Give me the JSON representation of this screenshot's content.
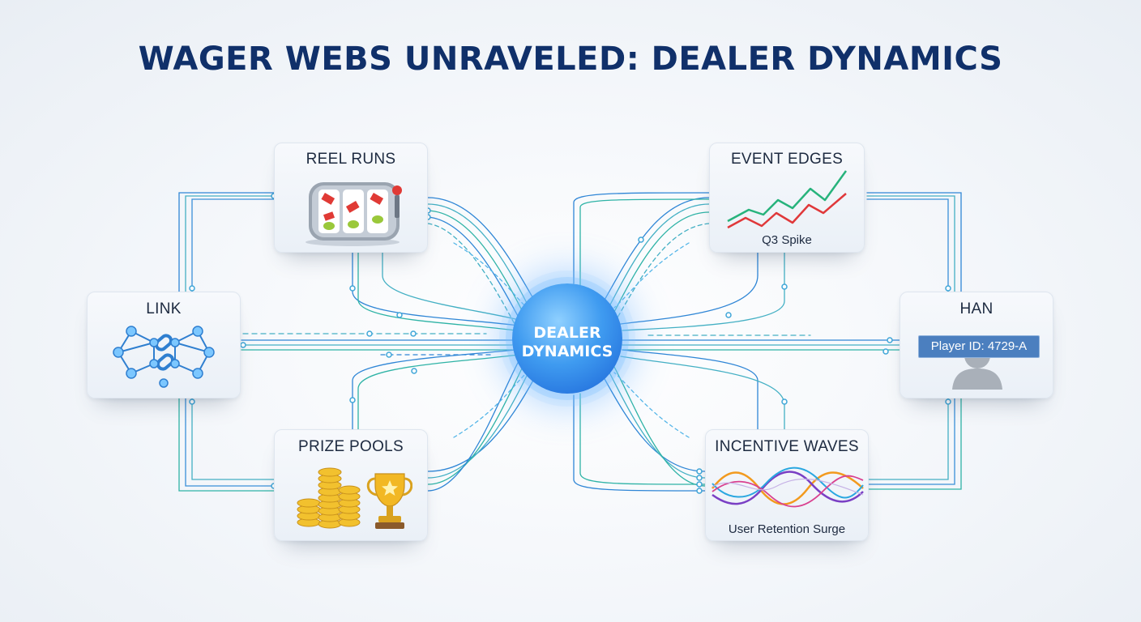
{
  "title": "WAGER WEBS UNRAVELED: DEALER DYNAMICS",
  "hub": {
    "line1": "DEALER",
    "line2": "DYNAMICS",
    "color": "#3f9bf0"
  },
  "nodes": {
    "reel_runs": {
      "label": "REEL RUNS",
      "icon": "slot-machine-icon"
    },
    "event_edges": {
      "label": "EVENT EDGES",
      "caption": "Q3 Spike",
      "icon": "line-chart-icon"
    },
    "link": {
      "label": "LINK",
      "icon": "network-link-icon"
    },
    "han": {
      "label": "HAN",
      "badge": "Player ID: 4729-A",
      "icon": "user-silhouette-icon"
    },
    "prize_pools": {
      "label": "PRIZE POOLS",
      "icon": "coins-trophy-icon"
    },
    "incentive_waves": {
      "label": "INCENTIVE WAVES",
      "caption": "User Retention Surge",
      "icon": "waves-icon"
    }
  },
  "colors": {
    "title": "#10306a",
    "line_blue": "#2f86d6",
    "line_teal": "#2fb3a6",
    "accent_green": "#27b37c",
    "accent_red": "#e0383a"
  }
}
